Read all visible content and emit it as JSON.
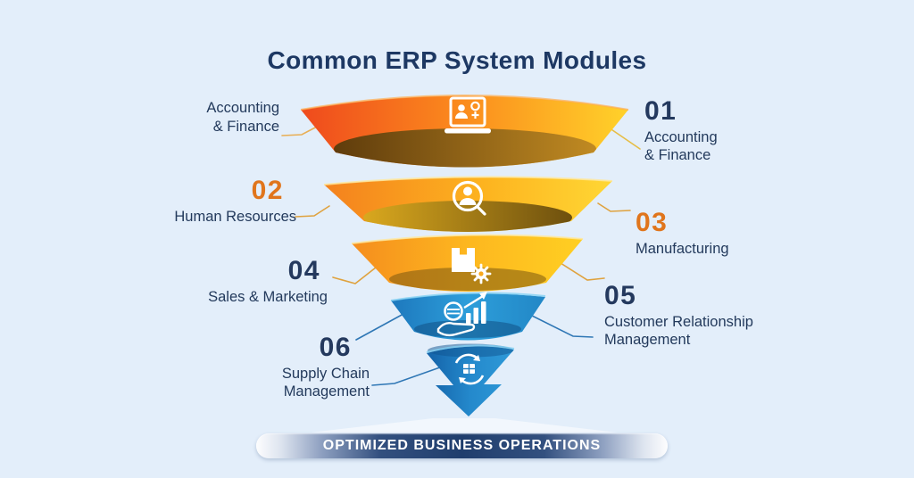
{
  "title": "Common ERP System Modules",
  "banner": {
    "label": "OPTIMIZED BUSINESS OPERATIONS"
  },
  "colors": {
    "background": "#e3eefa",
    "title_text": "#1d3863",
    "label_text": "#233a5c",
    "number_navy": "#24395e",
    "number_orange": "#e0751c",
    "funnel_orange_deep": "#ef4a1d",
    "funnel_yellow": "#ffd22a",
    "funnel_blue": "#2d9eda",
    "banner_navy": "#203e6d",
    "connector_orange": "#dfa23e",
    "connector_blue": "#2f77b5"
  },
  "funnel": {
    "layers": [
      {
        "module": "Accounting & Finance",
        "icon": "laptop-user-icon"
      },
      {
        "module": "Human Resources / Manufacturing",
        "icon": "user-search-icon"
      },
      {
        "module": "Sales & Marketing / Customer Relationship Management",
        "icon": "package-gear-icon"
      },
      {
        "module": "Customer Relationship / Supply Chain",
        "icon": "growth-hand-icon"
      },
      {
        "module": "Supply Chain Management",
        "icon": "supply-cycle-icon"
      }
    ]
  },
  "annotations": {
    "left": [
      {
        "number": "",
        "lines": [
          "Accounting",
          "& Finance"
        ]
      },
      {
        "number": "02",
        "lines": [
          "Human Resources"
        ]
      },
      {
        "number": "04",
        "lines": [
          "Sales & Marketing"
        ]
      },
      {
        "number": "06",
        "lines": [
          "Supply Chain",
          "Management"
        ]
      }
    ],
    "right": [
      {
        "number": "01",
        "lines": [
          "Accounting",
          "& Finance"
        ]
      },
      {
        "number": "03",
        "lines": [
          "Manufacturing"
        ]
      },
      {
        "number": "05",
        "lines": [
          "Customer Relationship",
          "Management"
        ]
      }
    ]
  }
}
